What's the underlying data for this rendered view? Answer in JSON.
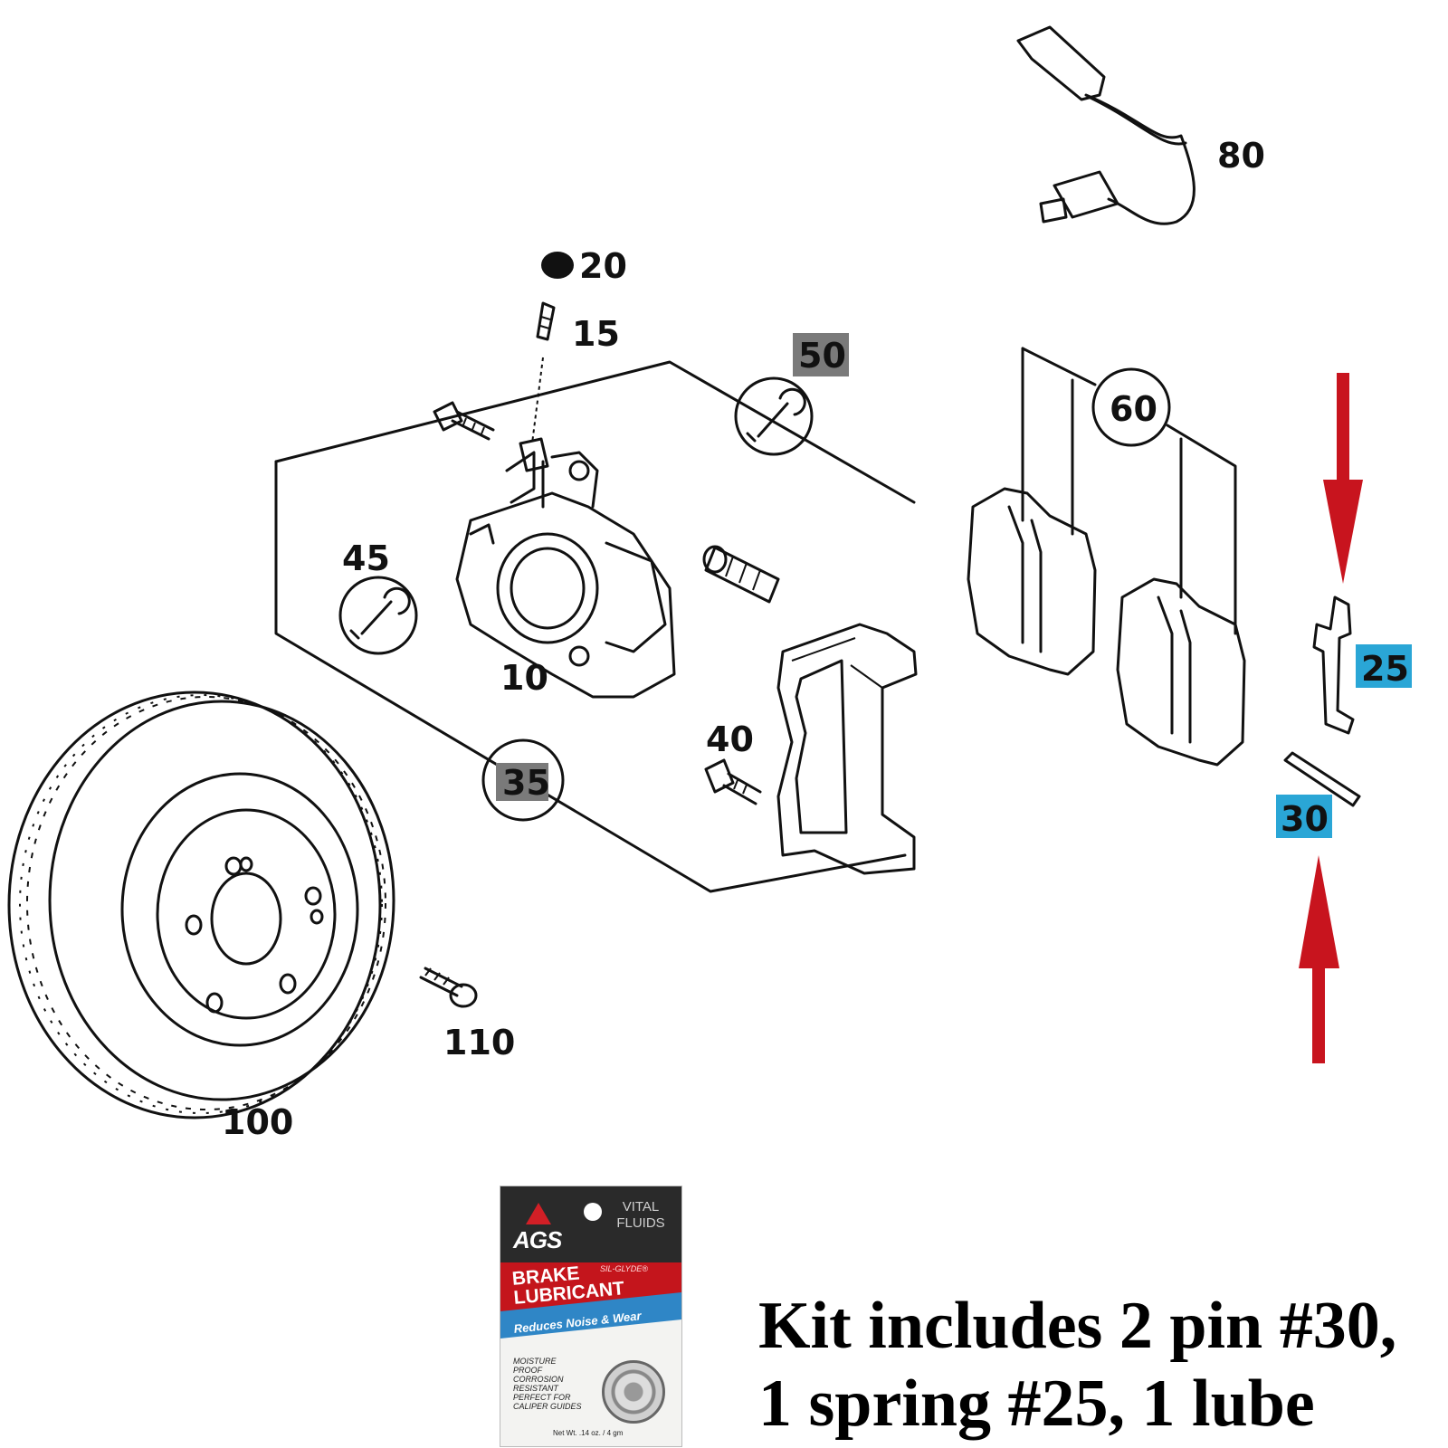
{
  "labels": {
    "p10": "10",
    "p15": "15",
    "p20": "20",
    "p25": "25",
    "p30": "30",
    "p35": "35",
    "p40": "40",
    "p45": "45",
    "p50": "50",
    "p60": "60",
    "p80": "80",
    "p100": "100",
    "p110": "110"
  },
  "highlight_colors": {
    "gray": "#7a7a7a",
    "cyan": "#2aa6d6",
    "arrow_red": "#c8141e"
  },
  "lube": {
    "brand": "AGS",
    "vital_fluids": "VITAL FLUIDS",
    "sil_glyde": "SIL-GLYDE®",
    "product_name": "BRAKE LUBRICANT",
    "tagline": "Reduces Noise & Wear",
    "features": "MOISTURE\nPROOF\nCORROSION\nRESISTANT\nPERFECT FOR\nCALIPER GUIDES",
    "net_weight": "Net Wt. .14 oz. / 4 gm"
  },
  "kit_text": {
    "line1": "Kit includes 2 pin #30,",
    "line2": "1 spring #25, 1 lube"
  }
}
